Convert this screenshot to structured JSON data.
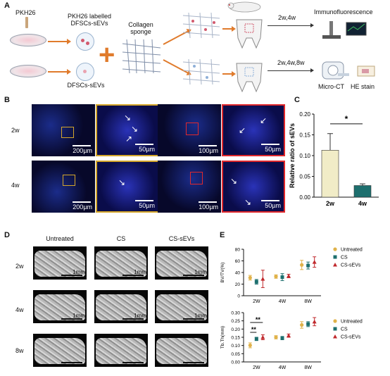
{
  "panels": {
    "A": "A",
    "B": "B",
    "C": "C",
    "D": "D",
    "E": "E"
  },
  "schematic": {
    "pkh26": "PKH26",
    "labelled_line1": "PKH26 labelled",
    "labelled_line2": "DFSCs-sEVs",
    "collagen_line1": "Collagen",
    "collagen_line2": "sponge",
    "unlabelled": "DFSCs-sEVs",
    "plus": "+",
    "route_top": "2w,4w",
    "route_bottom": "2w,4w,8w",
    "immuno": "Immunofluorescence",
    "microct": "Micro-CT",
    "he": "HE stain"
  },
  "panel_b": {
    "rows": [
      "2w",
      "4w"
    ],
    "scales_row1": [
      "200µm",
      "50µm",
      "100µm",
      "50µm"
    ],
    "scales_row2": [
      "200µm",
      "50µm",
      "100µm",
      "50µm"
    ],
    "frame_colors": [
      "#d4a62a",
      "#e0282c"
    ]
  },
  "panel_d": {
    "columns": [
      "Untreated",
      "CS",
      "CS-sEVs"
    ],
    "rows": [
      "2w",
      "4w",
      "8w"
    ],
    "scales": [
      [
        "1mm",
        "1mm",
        "1mm"
      ],
      [
        "1mm",
        "1mm",
        "1mm"
      ],
      [
        "",
        "",
        ""
      ]
    ]
  },
  "chart_data": [
    {
      "type": "bar",
      "categories": [
        "2w",
        "4w"
      ],
      "values": [
        0.113,
        0.028
      ],
      "errors": [
        0.04,
        0.004
      ],
      "ylabel": "Relative ratio of sEVs",
      "ylim": [
        0,
        0.2
      ],
      "yticks": [
        "0.00",
        "0.05",
        "0.10",
        "0.15",
        "0.20"
      ],
      "significance": "*",
      "colors": [
        "#f1ecc7",
        "#1d6f6e"
      ]
    },
    {
      "type": "scatter",
      "categories": [
        "2W",
        "4W",
        "8W"
      ],
      "ylabel": "BV/TV(%)",
      "ylim": [
        0,
        80
      ],
      "yticks": [
        "0",
        "20",
        "40",
        "60",
        "80"
      ],
      "legend": [
        "Untreated",
        "CS",
        "CS-sEVs"
      ],
      "series": [
        {
          "name": "Untreated",
          "values": [
            31,
            33,
            53
          ],
          "errors": [
            4,
            3,
            8
          ]
        },
        {
          "name": "CS",
          "values": [
            24,
            32,
            52
          ],
          "errors": [
            4,
            6,
            6
          ]
        },
        {
          "name": "CS-sEVs",
          "values": [
            29,
            34,
            58
          ],
          "errors": [
            15,
            3,
            9
          ]
        }
      ],
      "colors": [
        "#e0b24a",
        "#1d6f6e",
        "#c0282c"
      ]
    },
    {
      "type": "scatter",
      "categories": [
        "2W",
        "4W",
        "8W"
      ],
      "ylabel": "Tb.Th(mm)",
      "ylim": [
        0.0,
        0.3
      ],
      "yticks": [
        "0.00",
        "0.05",
        "0.10",
        "0.15",
        "0.20",
        "0.25",
        "0.30"
      ],
      "legend": [
        "Untreated",
        "CS",
        "CS-sEVs"
      ],
      "series": [
        {
          "name": "Untreated",
          "values": [
            0.101,
            0.15,
            0.225
          ],
          "errors": [
            0.015,
            0.01,
            0.02
          ]
        },
        {
          "name": "CS",
          "values": [
            0.14,
            0.145,
            0.23
          ],
          "errors": [
            0.01,
            0.01,
            0.015
          ]
        },
        {
          "name": "CS-sEVs",
          "values": [
            0.15,
            0.16,
            0.245
          ],
          "errors": [
            0.015,
            0.01,
            0.025
          ]
        }
      ],
      "significance": [
        "**",
        "**"
      ],
      "colors": [
        "#e0b24a",
        "#1d6f6e",
        "#c0282c"
      ]
    }
  ]
}
